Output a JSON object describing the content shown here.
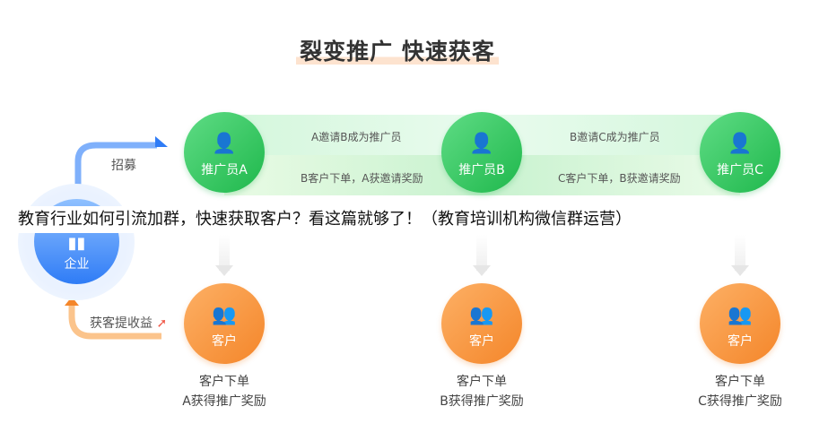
{
  "title": "裂变推广  快速获客",
  "overlay_text": "教育行业如何引流加群，快速获取客户？看这篇就够了！（教育培训机构微信群运营）",
  "enterprise": {
    "label": "企业",
    "recruit": "招募",
    "earn": "获客提收益"
  },
  "promoters": [
    {
      "label": "推广员A"
    },
    {
      "label": "推广员B"
    },
    {
      "label": "推广员C"
    }
  ],
  "flows": {
    "a_invite": "A邀请B成为推广员",
    "b_order": "B客户下单，A获邀请奖励",
    "b_invite": "B邀请C成为推广员",
    "c_order": "C客户下单，B获邀请奖励"
  },
  "customers": [
    {
      "label": "客户",
      "line1": "客户下单",
      "line2": "A获得推广奖励"
    },
    {
      "label": "客户",
      "line1": "客户下单",
      "line2": "B获得推广奖励"
    },
    {
      "label": "客户",
      "line1": "客户下单",
      "line2": "C获得推广奖励"
    }
  ],
  "colors": {
    "green": "#1fb84c",
    "orange": "#f4862a",
    "blue": "#2f7cf6"
  }
}
